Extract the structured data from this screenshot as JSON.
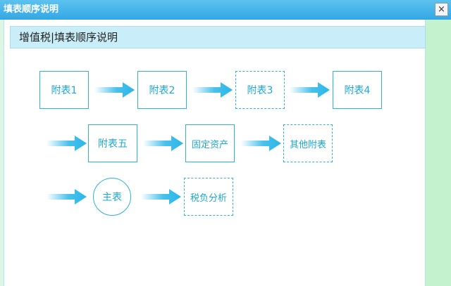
{
  "window": {
    "title": "填表顺序说明",
    "close_label": "×"
  },
  "header": {
    "title": "增值税|填表顺序说明"
  },
  "flow": {
    "node1": "附表1",
    "node2": "附表2",
    "node3": "附表3",
    "node4": "附表4",
    "node5": "附表五",
    "node6": "固定资产",
    "node7": "其他附表",
    "node8": "主表",
    "node9": "税负分析"
  },
  "colors": {
    "titlebar": "#33a7e4",
    "accent": "#1fa7d2",
    "arrow": "#29b6e8",
    "header_bg": "#c9edf9",
    "side_bg": "#c4f2cf"
  }
}
